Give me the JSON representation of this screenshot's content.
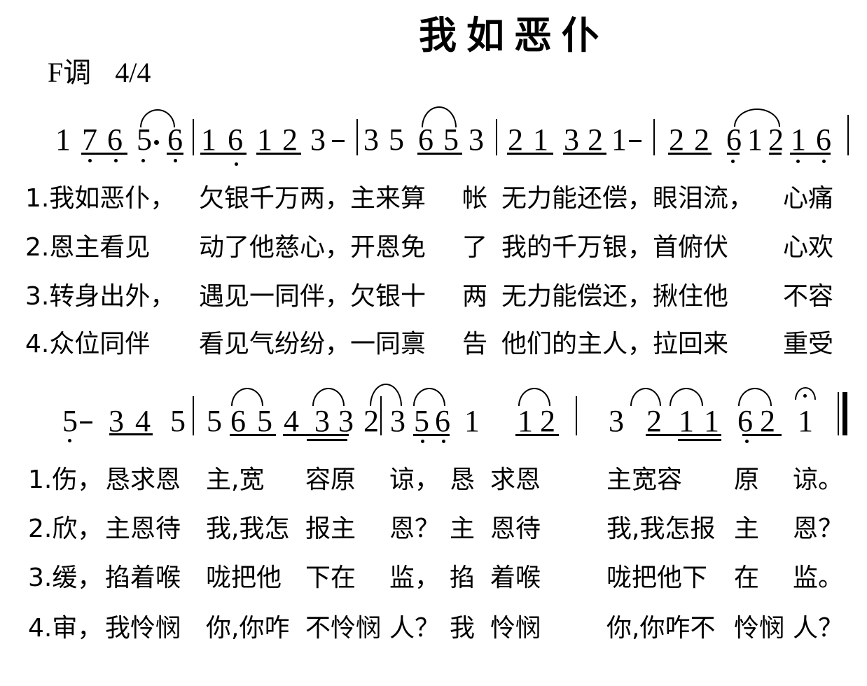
{
  "title": "我如恶仆",
  "key_signature": "F调",
  "time_signature": "4/4",
  "score": {
    "line1": {
      "notes": [
        "1",
        "7",
        "6",
        "5",
        "·",
        "6",
        "1",
        "6",
        "1",
        "2",
        "3",
        "–",
        "3",
        "5",
        "6",
        "5",
        "3",
        "2",
        "1",
        "3",
        "2",
        "1",
        "–",
        "2",
        "2",
        "6",
        "1",
        "2",
        "1",
        "6"
      ]
    },
    "line2": {
      "notes": [
        "5",
        "–",
        "3",
        "4",
        "5",
        "5",
        "6",
        "5",
        "4",
        "3",
        "3",
        "2",
        "3",
        "5",
        "6",
        "1",
        "1",
        "2",
        "3",
        "2",
        "1",
        "1",
        "6",
        "2",
        "1"
      ]
    }
  },
  "lyrics": {
    "section1": [
      {
        "verse": "1.",
        "segments": [
          "我如恶仆，",
          "欠银千万两，主来算",
          "帐",
          "无力能还偿，眼泪流，",
          "心痛"
        ]
      },
      {
        "verse": "2.",
        "segments": [
          "恩主看见",
          "动了他慈心，开恩免",
          "了",
          "我的千万银，首俯伏",
          "心欢"
        ]
      },
      {
        "verse": "3.",
        "segments": [
          "转身出外，",
          "遇见一同伴，欠银十",
          "两",
          "无力能偿还，揪住他",
          "不容"
        ]
      },
      {
        "verse": "4.",
        "segments": [
          "众位同伴",
          "看见气纷纷，一同禀",
          "告",
          "他们的主人，拉回来",
          "重受"
        ]
      }
    ],
    "section2": [
      {
        "verse": "1.",
        "segments": [
          "伤，",
          "恳求恩",
          "主,宽",
          "容原",
          "谅，",
          "恳",
          "求恩",
          "主宽容",
          "原",
          "谅。"
        ]
      },
      {
        "verse": "2.",
        "segments": [
          "欣，",
          "主恩待",
          "我,我怎",
          "报主",
          "恩？",
          "主",
          "恩待",
          "我,我怎报",
          "主",
          "恩？"
        ]
      },
      {
        "verse": "3.",
        "segments": [
          "缓，",
          "掐着喉",
          "咙把他",
          "下在",
          "监，",
          "掐",
          "着喉",
          "咙把他下",
          "在",
          "监。"
        ]
      },
      {
        "verse": "4.",
        "segments": [
          "审，",
          "我怜悯",
          "你,你咋",
          "不怜悯",
          "人？",
          "我",
          "怜悯",
          "你,你咋不",
          "怜悯",
          "人？"
        ]
      }
    ]
  }
}
